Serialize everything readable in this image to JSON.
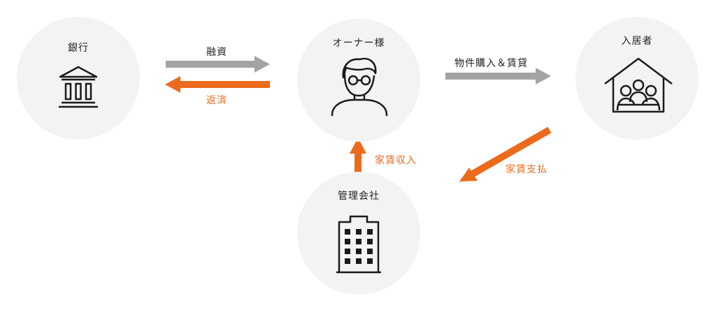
{
  "colors": {
    "node_bg": "#f3f3f4",
    "arrow_gray": "#a3a3a3",
    "arrow_orange": "#ec6a1c",
    "icon_stroke": "#1a1a1a"
  },
  "nodes": {
    "bank": {
      "label": "銀行",
      "icon": "bank-building-icon"
    },
    "owner": {
      "label": "オーナー様",
      "icon": "person-glasses-icon"
    },
    "tenant": {
      "label": "入居者",
      "icon": "house-family-icon"
    },
    "manager": {
      "label": "管理会社",
      "icon": "office-building-icon"
    }
  },
  "edges": {
    "financing": {
      "label": "融資",
      "from": "bank",
      "to": "owner",
      "color": "gray"
    },
    "repayment": {
      "label": "返済",
      "from": "owner",
      "to": "bank",
      "color": "orange"
    },
    "purchase_lease": {
      "label": "物件購入＆賃貸",
      "from": "owner",
      "to": "tenant",
      "color": "gray"
    },
    "rent_payment": {
      "label": "家賃支払",
      "from": "tenant",
      "to": "manager",
      "color": "orange"
    },
    "rent_income": {
      "label": "家賃収入",
      "from": "manager",
      "to": "owner",
      "color": "orange"
    }
  }
}
